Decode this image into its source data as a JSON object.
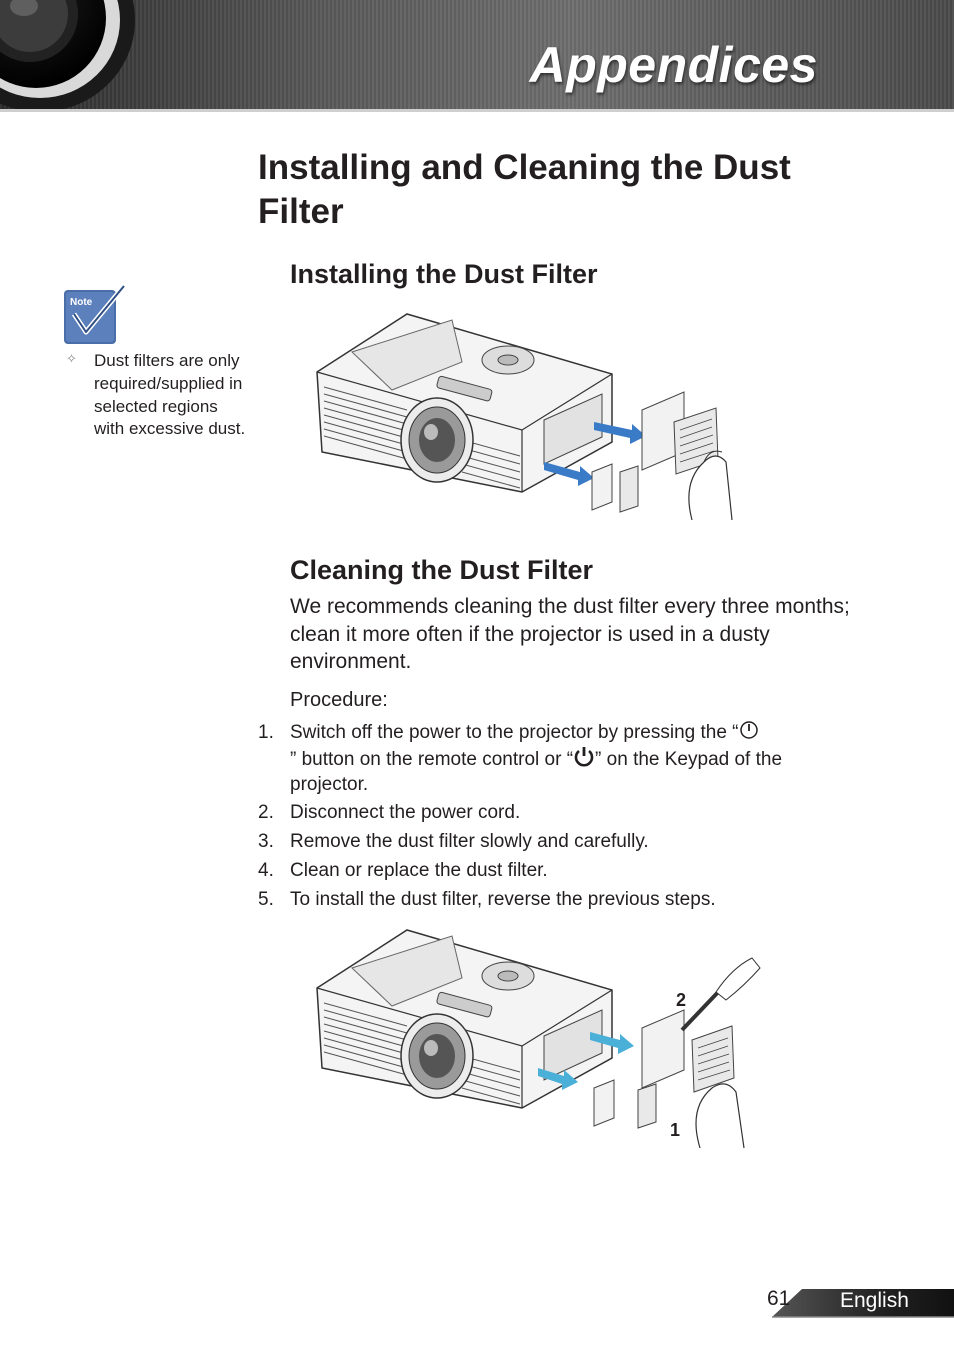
{
  "header": {
    "title": "Appendices"
  },
  "page_title": "Installing and Cleaning the Dust Filter",
  "sections": {
    "installing": {
      "heading": "Installing the Dust Filter"
    },
    "cleaning": {
      "heading": "Cleaning the Dust Filter",
      "paragraph": "We recommends cleaning the dust filter every three months; clean it more often if the projector is used in a dusty environment.",
      "procedure_label": "Procedure:",
      "steps": [
        {
          "num": "1.",
          "text_a": "Switch off the power to the projector by pressing the “",
          "text_b": "” button on the remote control or “",
          "text_c": "” on the Keypad of the projector."
        },
        {
          "num": "2.",
          "text": "Disconnect the power cord."
        },
        {
          "num": "3.",
          "text": "Remove the dust filter slowly and carefully."
        },
        {
          "num": "4.",
          "text": "Clean or replace the dust filter."
        },
        {
          "num": "5.",
          "text": "To install the dust filter, reverse the previous steps."
        }
      ]
    }
  },
  "note": {
    "icon_label": "Note",
    "text": "Dust filters are only required/supplied in selected regions with excessive dust."
  },
  "illustrations": {
    "cleaning_labels": [
      "2",
      "1"
    ]
  },
  "footer": {
    "page_number": "61",
    "language": "English"
  }
}
